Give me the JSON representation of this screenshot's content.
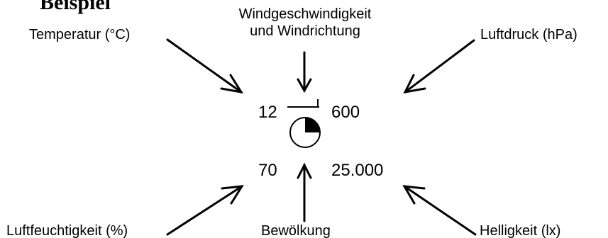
{
  "heading": "Beispiel",
  "labels": {
    "temperature": "Temperatur (°C)",
    "wind_line1": "Windgeschwindigkeit",
    "wind_line2": "und Windrichtung",
    "pressure": "Luftdruck (hPa)",
    "humidity": "Luftfeuchtigkeit (%)",
    "cloud": "Bewölkung",
    "light": "Helligkeit (lx)"
  },
  "values": {
    "temperature": "12",
    "pressure": "600",
    "humidity": "70",
    "light": "25.000"
  },
  "cloud_cover_fraction": 0.25,
  "colors": {
    "ink": "#000000",
    "background": "#ffffff"
  }
}
